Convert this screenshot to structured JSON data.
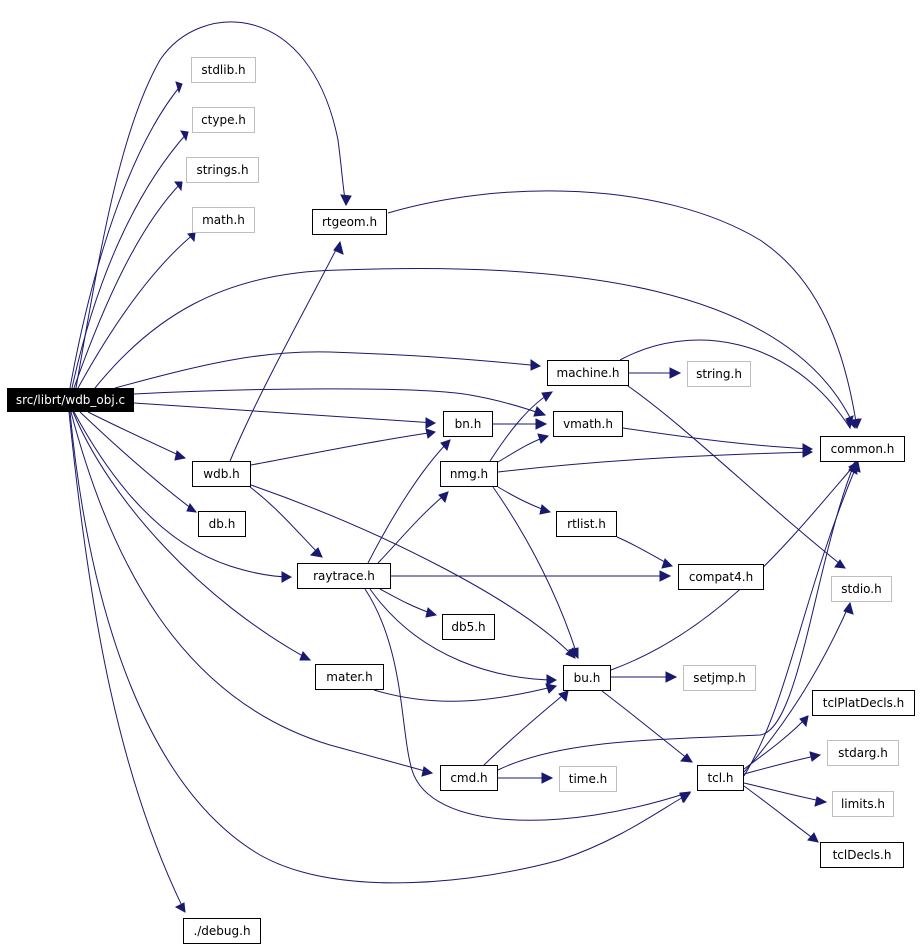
{
  "diagram": {
    "root": {
      "label": "src/librt/wdb_obj.c"
    },
    "nodes": {
      "stdlib": {
        "label": "stdlib.h"
      },
      "ctype": {
        "label": "ctype.h"
      },
      "strings": {
        "label": "strings.h"
      },
      "math": {
        "label": "math.h"
      },
      "rtgeom": {
        "label": "rtgeom.h"
      },
      "machine": {
        "label": "machine.h"
      },
      "string": {
        "label": "string.h"
      },
      "bn": {
        "label": "bn.h"
      },
      "vmath": {
        "label": "vmath.h"
      },
      "common": {
        "label": "common.h"
      },
      "nmg": {
        "label": "nmg.h"
      },
      "wdb": {
        "label": "wdb.h"
      },
      "db": {
        "label": "db.h"
      },
      "rtlist": {
        "label": "rtlist.h"
      },
      "raytrace": {
        "label": "raytrace.h"
      },
      "compat4": {
        "label": "compat4.h"
      },
      "stdio": {
        "label": "stdio.h"
      },
      "db5": {
        "label": "db5.h"
      },
      "mater": {
        "label": "mater.h"
      },
      "bu": {
        "label": "bu.h"
      },
      "setjmp": {
        "label": "setjmp.h"
      },
      "tclPlatDecls": {
        "label": "tclPlatDecls.h"
      },
      "stdarg": {
        "label": "stdarg.h"
      },
      "cmd": {
        "label": "cmd.h"
      },
      "time": {
        "label": "time.h"
      },
      "tcl": {
        "label": "tcl.h"
      },
      "limits": {
        "label": "limits.h"
      },
      "tclDecls": {
        "label": "tclDecls.h"
      },
      "debug": {
        "label": "./debug.h"
      }
    },
    "edges": [
      [
        "root",
        "stdlib"
      ],
      [
        "root",
        "ctype"
      ],
      [
        "root",
        "strings"
      ],
      [
        "root",
        "math"
      ],
      [
        "root",
        "rtgeom"
      ],
      [
        "root",
        "common"
      ],
      [
        "root",
        "machine"
      ],
      [
        "root",
        "bn"
      ],
      [
        "root",
        "vmath"
      ],
      [
        "root",
        "wdb"
      ],
      [
        "root",
        "db"
      ],
      [
        "root",
        "raytrace"
      ],
      [
        "root",
        "mater"
      ],
      [
        "root",
        "cmd"
      ],
      [
        "root",
        "tcl"
      ],
      [
        "root",
        "debug"
      ],
      [
        "rtgeom",
        "common"
      ],
      [
        "machine",
        "string"
      ],
      [
        "machine",
        "common"
      ],
      [
        "machine",
        "stdio"
      ],
      [
        "bn",
        "vmath"
      ],
      [
        "vmath",
        "common"
      ],
      [
        "nmg",
        "common"
      ],
      [
        "nmg",
        "vmath"
      ],
      [
        "nmg",
        "machine"
      ],
      [
        "nmg",
        "rtlist"
      ],
      [
        "nmg",
        "bu"
      ],
      [
        "wdb",
        "rtgeom"
      ],
      [
        "wdb",
        "bn"
      ],
      [
        "wdb",
        "raytrace"
      ],
      [
        "wdb",
        "bu"
      ],
      [
        "rtlist",
        "compat4"
      ],
      [
        "raytrace",
        "bn"
      ],
      [
        "raytrace",
        "nmg"
      ],
      [
        "raytrace",
        "compat4"
      ],
      [
        "raytrace",
        "db5"
      ],
      [
        "raytrace",
        "bu"
      ],
      [
        "raytrace",
        "tcl"
      ],
      [
        "mater",
        "bu"
      ],
      [
        "bu",
        "setjmp"
      ],
      [
        "bu",
        "common"
      ],
      [
        "bu",
        "tcl"
      ],
      [
        "cmd",
        "bu"
      ],
      [
        "cmd",
        "time"
      ],
      [
        "cmd",
        "common"
      ],
      [
        "tcl",
        "common"
      ],
      [
        "tcl",
        "stdio"
      ],
      [
        "tcl",
        "tclPlatDecls"
      ],
      [
        "tcl",
        "stdarg"
      ],
      [
        "tcl",
        "limits"
      ],
      [
        "tcl",
        "tclDecls"
      ]
    ]
  }
}
